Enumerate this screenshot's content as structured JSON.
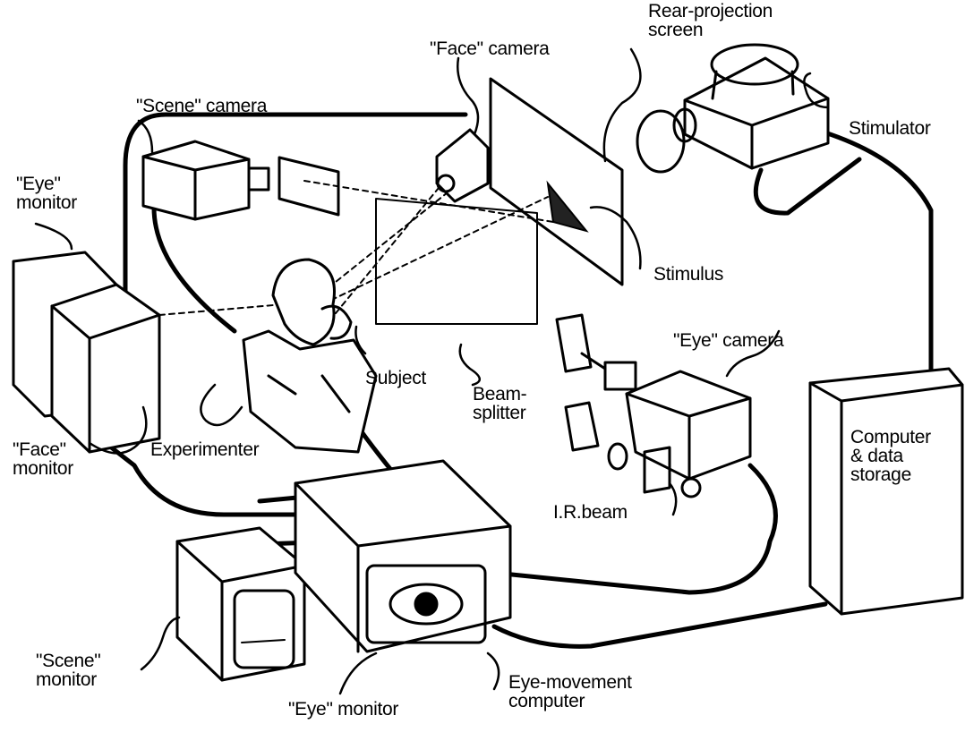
{
  "labels": {
    "rear_projection_screen": "Rear-projection\nscreen",
    "face_camera": "\"Face\" camera",
    "scene_camera": "\"Scene\" camera",
    "stimulator": "Stimulator",
    "eye_monitor_top": "\"Eye\"\nmonitor",
    "stimulus": "Stimulus",
    "eye_camera": "\"Eye\" camera",
    "subject": "Subject",
    "beam_splitter": "Beam-\nsplitter",
    "face_monitor": "\"Face\"\nmonitor",
    "experimenter": "Experimenter",
    "computer_storage": "Computer\n& data\nstorage",
    "ir_beam": "I.R.beam",
    "scene_monitor": "\"Scene\"\nmonitor",
    "eye_monitor_bottom": "\"Eye\" monitor",
    "eye_movement_computer": "Eye-movement\ncomputer"
  }
}
